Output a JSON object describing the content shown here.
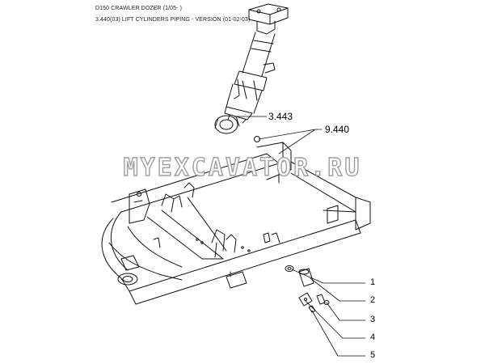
{
  "header": {
    "line1": "D150 CRAWLER DOZER (1/05- )",
    "line2": "3.440(03) LIFT CYLINDERS PIPING - VERSION (01-02-03)"
  },
  "watermark": "MYEXCAVATOR.RU",
  "callouts": {
    "ref_3443": "3.443",
    "ref_9440": "9.440",
    "item1": "1",
    "item2": "2",
    "item3": "3",
    "item4": "4",
    "item5": "5"
  }
}
